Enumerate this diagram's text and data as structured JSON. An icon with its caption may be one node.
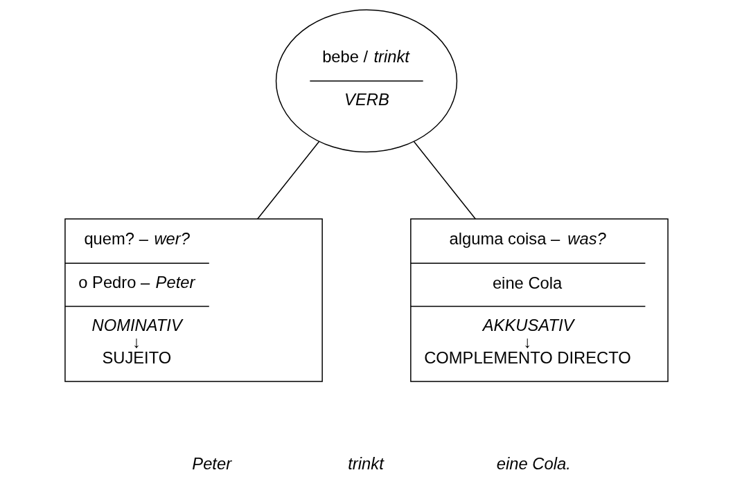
{
  "diagram": {
    "nodes": [
      {
        "text": [
          "bebe / *trinkt*",
          "VERB"
        ]
      },
      {
        "text": [
          "quem? – *wer?*",
          "o Pedro – *Peter*",
          "NOMINATIV",
          "↓",
          "SUJEITO"
        ]
      },
      {
        "text": [
          "alguma coisa – *was?*",
          "eine Cola",
          "AKKUSATIV",
          "↓",
          "COMPLEMENTO DIRECTO"
        ]
      }
    ],
    "edges": [
      {
        "from": 0,
        "to": 1,
        "arrow": "none"
      },
      {
        "from": 0,
        "to": 2,
        "arrow": "none"
      }
    ],
    "labels": [
      "Peter",
      "trinkt",
      "eine Cola."
    ]
  }
}
